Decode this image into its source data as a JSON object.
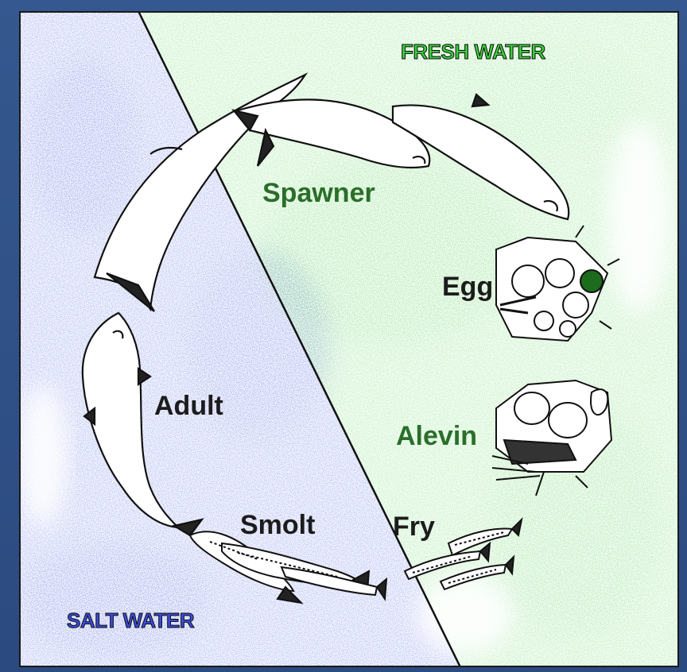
{
  "zones": {
    "fresh_water": "FRESH WATER",
    "salt_water": "SALT WATER"
  },
  "stages": {
    "spawner": "Spawner",
    "egg": "Egg",
    "alevin": "Alevin",
    "fry": "Fry",
    "smolt": "Smolt",
    "adult": "Adult"
  },
  "colors": {
    "fresh_water": "#8fe08f",
    "salt_water": "#7f8fe8",
    "background": "#2e4f86"
  },
  "icons": [
    "spawner-fish-icon",
    "egg-cluster-icon",
    "alevin-icon",
    "fry-fish-icon",
    "smolt-fish-icon",
    "adult-fish-icon"
  ]
}
